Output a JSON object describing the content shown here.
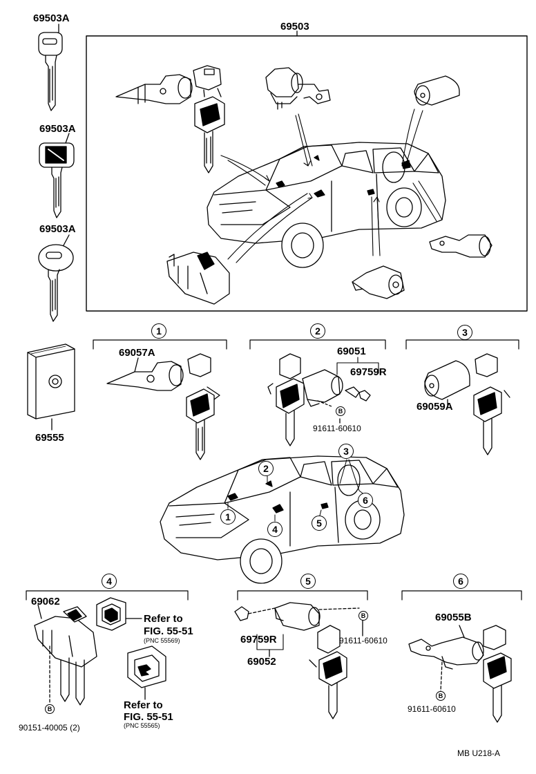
{
  "parts": {
    "key_1": "69503A",
    "key_2": "69503A",
    "key_3": "69503A",
    "main_set": "69503",
    "card": "69555",
    "ignition_cyl": "69057A",
    "door_lock_set_front": "69051",
    "cover_r": "69759R",
    "screw_front": "91611-60610",
    "tailgate_cyl": "69059A",
    "glove_lock": "69062",
    "glove_screw": "90151-40005 (2)",
    "door_lock_set_rear": "69052",
    "cover_r_rear": "69759R",
    "screw_rear": "91611-60610",
    "back_door_cyl": "69055B",
    "screw_back": "91611-60610"
  },
  "refs": {
    "ref1_line1": "Refer to",
    "ref1_line2": "FIG. 55-51",
    "ref1_pnc": "(PNC 55569)",
    "ref2_line1": "Refer to",
    "ref2_line2": "FIG. 55-51",
    "ref2_pnc": "(PNC 55565)"
  },
  "callouts": [
    "1",
    "2",
    "3",
    "4",
    "5",
    "6"
  ],
  "bolt_mark": "B",
  "diagram_code": "MB  U218-A"
}
